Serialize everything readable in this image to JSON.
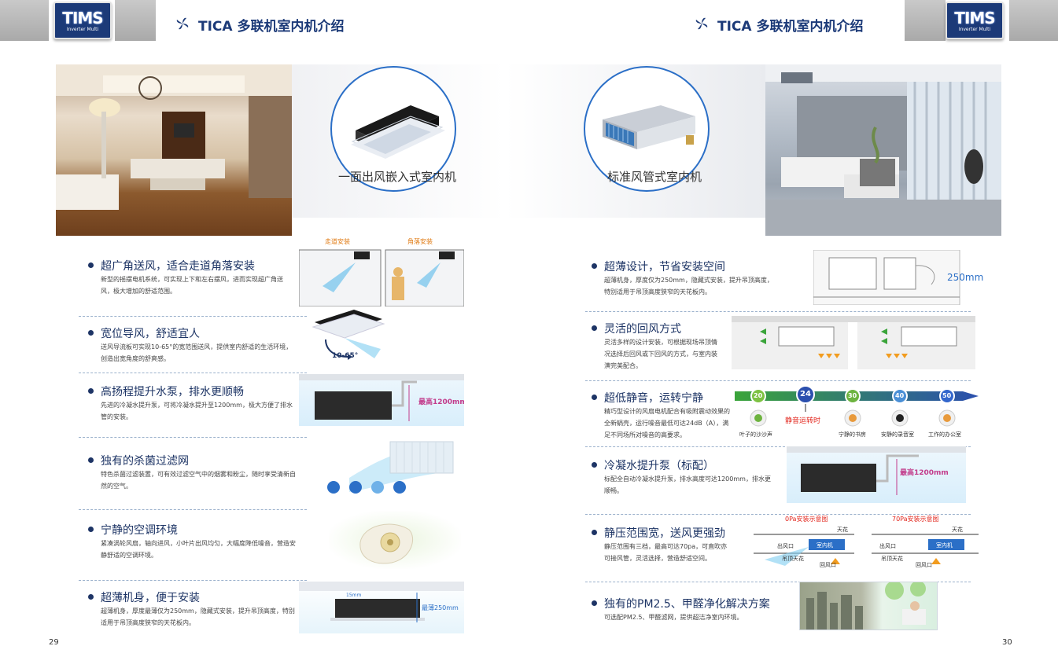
{
  "header": {
    "logo_text": "TIMS",
    "logo_sub": "Inverter Multi",
    "title_left": "TICA 多联机室内机介绍",
    "title_right": "TICA 多联机室内机介绍"
  },
  "units": {
    "left_label": "一面出风嵌入式室内机",
    "right_label": "标准风管式室内机"
  },
  "left_features": [
    {
      "title": "超广角送风，适合走道角落安装",
      "desc": "新型的摇摆电机系统，可实现上下和左右摆风，进而实现超广角送风，极大增加的舒适范围。"
    },
    {
      "title": "宽位导风，舒适宜人",
      "desc": "送风导流板可实现10-65°的宽范围送风，提供室内舒适的生活环境，创造出宽角度的舒爽感。"
    },
    {
      "title": "高扬程提升水泵，排水更顺畅",
      "desc": "先进的冷凝水提升泵，可将冷凝水提升至1200mm，极大方便了排水管的安装。"
    },
    {
      "title": "独有的杀菌过滤网",
      "desc": "特色杀菌过滤装置，可有效过滤空气中的烟雾和粉尘，随时享受清新自然的空气。"
    },
    {
      "title": "宁静的空调环境",
      "desc": "紧凑涡轮风扇，轴向进风，小叶片出风均匀，大幅度降低噪音，营造安静舒适的空调环境。"
    },
    {
      "title": "超薄机身，便于安装",
      "desc": "超薄机身，厚度最薄仅为250mm，隐藏式安装，提升吊顶高度，特别适用于吊顶高度狭窄的天花板内。"
    }
  ],
  "right_features": [
    {
      "title": "超薄设计，节省安装空间",
      "desc": "超薄机身，厚度仅为250mm，隐藏式安装，提升吊顶高度，特别适用于吊顶高度狭窄的天花板内。"
    },
    {
      "title": "灵活的回风方式",
      "desc": "灵活多样的设计安装，可根据现场吊顶情况选择后回风或下回风的方式，与室内装潢完美配合。"
    },
    {
      "title": "超低静音，运转宁静",
      "desc": "精巧型设计的风扇电机配合有吸附震动效果的全新蜗壳，运行噪音最低可达24dB（A），满足不同场所对噪音的高要求。"
    },
    {
      "title": "冷凝水提升泵（标配）",
      "desc": "标配全自动冷凝水提升泵，排水高度可达1200mm，排水更顺畅。"
    },
    {
      "title": "静压范围宽，送风更强劲",
      "desc": "静压范围有三档，最高可达70pa，可直吹亦可接风管，灵活选择，营造舒适空间。"
    },
    {
      "title": "独有的PM2.5、甲醛净化解决方案",
      "desc": "可选配PM2.5、甲醛滤网，提供超洁净室内环境。"
    }
  ],
  "illustrations": {
    "corridor": "走道安装",
    "corner": "角落安装",
    "angle": "10-65°",
    "lift_height_l": "最高1200mm",
    "thin_top": "15mm",
    "thin_height": "最薄250mm",
    "duct_height": "250mm",
    "lift_height_r": "最高1200mm",
    "pa0_title": "0Pa安装示意图",
    "pa70_title": "70Pa安装示意图",
    "ceiling": "天花",
    "outlet": "出风口",
    "indoor": "室内机",
    "suspended": "吊顶天花",
    "return": "回风口"
  },
  "noise_scale": {
    "ticks": [
      "20",
      "24",
      "30",
      "40",
      "50"
    ],
    "running_label": "静音运转时",
    "items": [
      "叶子的沙沙声",
      "宁静的书房",
      "安静的录音室",
      "工作的办公室"
    ]
  },
  "pages": {
    "left": "29",
    "right": "30"
  },
  "colors": {
    "navy": "#1d3465",
    "accent_blue": "#2b6fc7",
    "arrow_green": "#3aa43a",
    "red": "#e2231a"
  }
}
